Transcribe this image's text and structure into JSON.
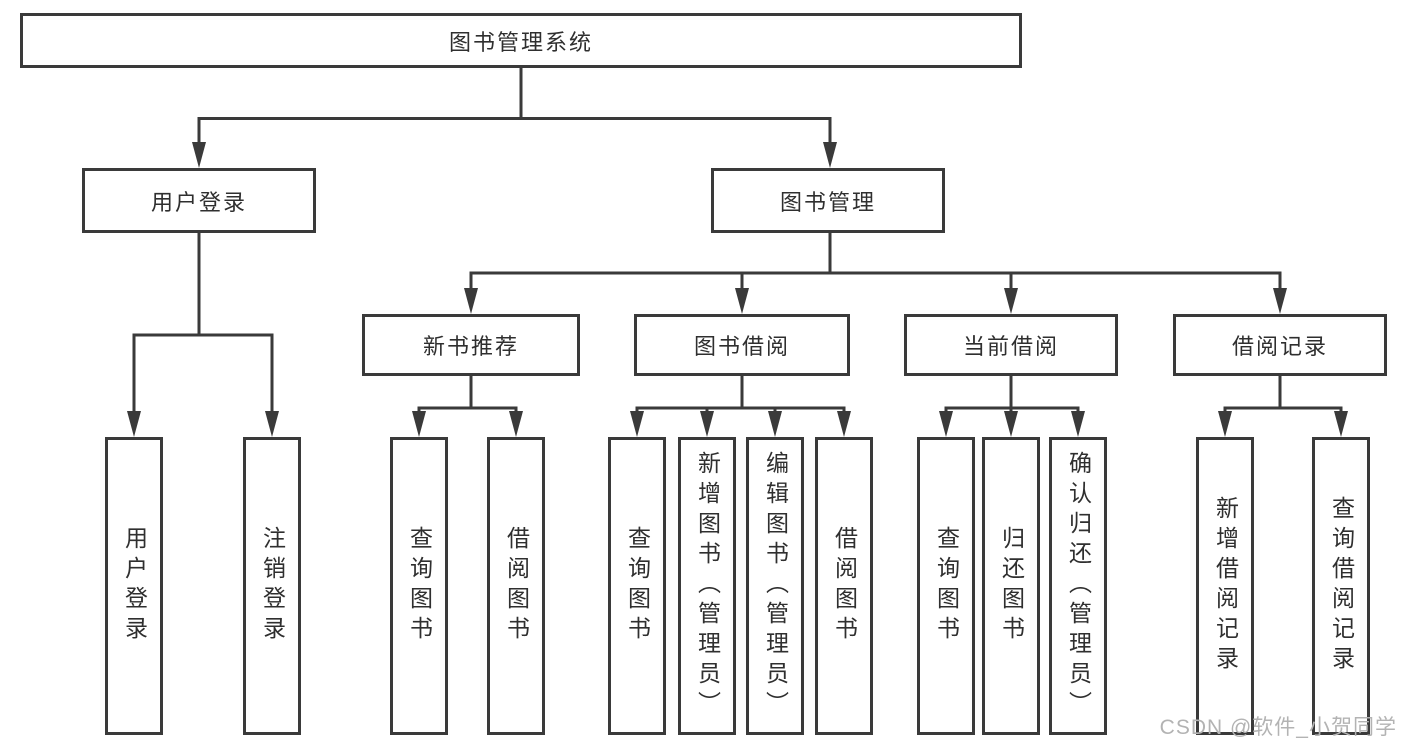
{
  "diagram_type": "hierarchy-tree",
  "tree": {
    "root": {
      "label": "图书管理系统"
    },
    "branches": [
      {
        "label": "用户登录",
        "children": [
          {
            "label": "用户登录"
          },
          {
            "label": "注销登录"
          }
        ]
      },
      {
        "label": "图书管理",
        "children": [
          {
            "label": "新书推荐",
            "children": [
              {
                "label": "查询图书"
              },
              {
                "label": "借阅图书"
              }
            ]
          },
          {
            "label": "图书借阅",
            "children": [
              {
                "label": "查询图书"
              },
              {
                "label": "新增图书（管理员）"
              },
              {
                "label": "编辑图书（管理员）"
              },
              {
                "label": "借阅图书"
              }
            ]
          },
          {
            "label": "当前借阅",
            "children": [
              {
                "label": "查询图书"
              },
              {
                "label": "归还图书"
              },
              {
                "label": "确认归还（管理员）"
              }
            ]
          },
          {
            "label": "借阅记录",
            "children": [
              {
                "label": "新增借阅记录"
              },
              {
                "label": "查询借阅记录"
              }
            ]
          }
        ]
      }
    ]
  },
  "watermark": "CSDN @软件_小贺同学",
  "colors": {
    "line": "#3a3a3a",
    "text": "#2f2f2f",
    "watermark": "#b3b3b3",
    "background": "#ffffff"
  }
}
